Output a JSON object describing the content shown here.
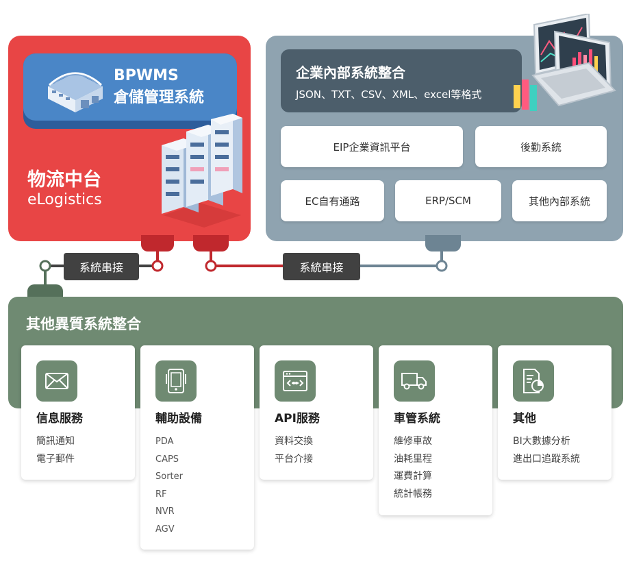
{
  "wms": {
    "title": "BPWMS",
    "subtitle": "倉儲管理系統"
  },
  "logistics": {
    "title": "物流中台",
    "subtitle": "eLogistics"
  },
  "enterprise": {
    "title": "企業內部系統整合",
    "subtitle": "JSON、TXT、CSV、XML、excel等格式",
    "systems": [
      "EIP企業資訊平台",
      "後勤系統",
      "EC自有通路",
      "ERP/SCM",
      "其他內部系統"
    ]
  },
  "connectors": [
    "系統串接",
    "系統串接"
  ],
  "heterogeneous": {
    "title": "其他異質系統整合",
    "cards": [
      {
        "icon": "envelope-icon",
        "title": "信息服務",
        "items": [
          "簡訊通知",
          "電子郵件"
        ]
      },
      {
        "icon": "mobile-device-icon",
        "title": "輔助設備",
        "items": [
          "PDA",
          "CAPS",
          "Sorter",
          "RF",
          "NVR",
          "AGV"
        ]
      },
      {
        "icon": "api-window-icon",
        "title": "API服務",
        "items": [
          "資料交換",
          "平台介接"
        ]
      },
      {
        "icon": "truck-icon",
        "title": "車管系統",
        "items": [
          "維修車故",
          "油耗里程",
          "運費計算",
          "統計帳務"
        ]
      },
      {
        "icon": "report-chart-icon",
        "title": "其他",
        "items": [
          "BI大數據分析",
          "進出口追蹤系統"
        ]
      }
    ]
  },
  "colors": {
    "logistics_red": "#e84545",
    "wms_blue": "#4a86c7",
    "enterprise_gray": "#8fa3b0",
    "enterprise_dark": "#4c5e6b",
    "integration_green": "#6f8a72",
    "connector_dark": "#414141"
  }
}
